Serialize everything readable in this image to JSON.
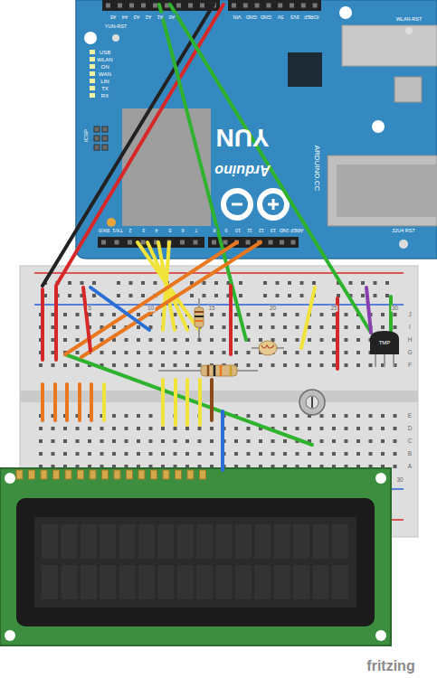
{
  "diagram": {
    "nodes": [
      {
        "text": [
          "YUN",
          "Arduino",
          "ARDUINO.CC"
        ]
      }
    ],
    "labels": [
      "USB",
      "WLAN",
      "ON",
      "WAN",
      "LIN",
      "TX",
      "RX",
      "ICSP",
      "YUN-RST",
      "WLAN-RST",
      "32U4 RST",
      "A5",
      "A4",
      "A3",
      "A2",
      "A1",
      "A0",
      "VIN",
      "GND",
      "GND",
      "5V",
      "3V3",
      "IOREF",
      "RX/0",
      "TX/1",
      "2",
      "3",
      "4",
      "5",
      "6",
      "7",
      "8",
      "9",
      "10",
      "11",
      "12",
      "13",
      "GND",
      "AREF",
      "5",
      "10",
      "15",
      "20",
      "25",
      "30",
      "30",
      "J",
      "I",
      "H",
      "G",
      "F",
      "E",
      "D",
      "C",
      "B",
      "A",
      "TMP",
      "fritzing"
    ]
  }
}
